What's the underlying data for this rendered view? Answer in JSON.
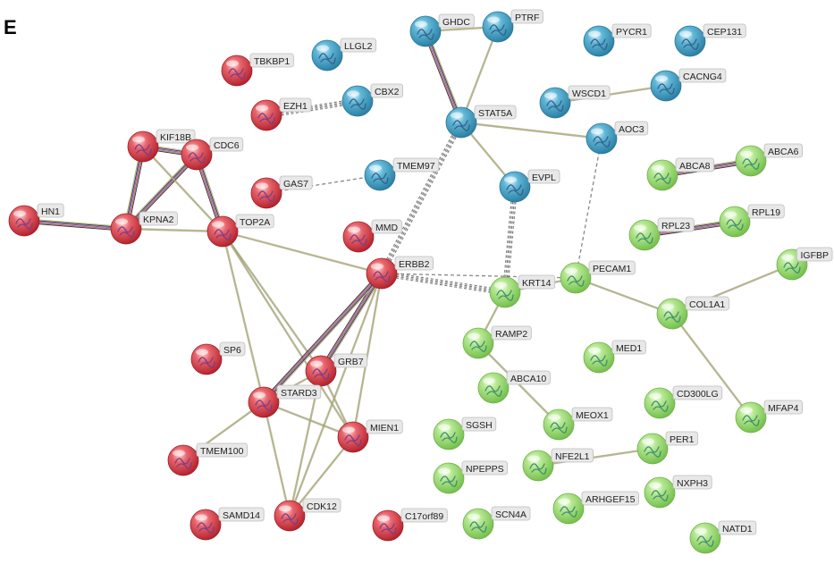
{
  "panel_label": "E",
  "colors": {
    "red": "#d6323d",
    "blue": "#3b9bc2",
    "green": "#8fd46a",
    "edge_default": "#b8b77d",
    "edge_dark": "#3a3a3a",
    "edge_dashed": "#888888"
  },
  "network": {
    "nodes": [
      {
        "id": "HN1",
        "cluster": "red"
      },
      {
        "id": "KPNA2",
        "cluster": "red"
      },
      {
        "id": "KIF18B",
        "cluster": "red"
      },
      {
        "id": "CDC6",
        "cluster": "red"
      },
      {
        "id": "TOP2A",
        "cluster": "red"
      },
      {
        "id": "TBKBP1",
        "cluster": "red"
      },
      {
        "id": "EZH1",
        "cluster": "red"
      },
      {
        "id": "GAS7",
        "cluster": "red"
      },
      {
        "id": "MMD",
        "cluster": "red"
      },
      {
        "id": "ERBB2",
        "cluster": "red"
      },
      {
        "id": "SP6",
        "cluster": "red"
      },
      {
        "id": "GRB7",
        "cluster": "red"
      },
      {
        "id": "STARD3",
        "cluster": "red"
      },
      {
        "id": "MIEN1",
        "cluster": "red"
      },
      {
        "id": "TMEM100",
        "cluster": "red"
      },
      {
        "id": "SAMD14",
        "cluster": "red"
      },
      {
        "id": "CDK12",
        "cluster": "red"
      },
      {
        "id": "C17orf89",
        "cluster": "red"
      },
      {
        "id": "LLGL2",
        "cluster": "blue"
      },
      {
        "id": "CBX2",
        "cluster": "blue"
      },
      {
        "id": "GHDC",
        "cluster": "blue"
      },
      {
        "id": "PTRF",
        "cluster": "blue"
      },
      {
        "id": "STAT5A",
        "cluster": "blue"
      },
      {
        "id": "TMEM97",
        "cluster": "blue"
      },
      {
        "id": "EVPL",
        "cluster": "blue"
      },
      {
        "id": "PYCR1",
        "cluster": "blue"
      },
      {
        "id": "CEP131",
        "cluster": "blue"
      },
      {
        "id": "CACNG4",
        "cluster": "blue"
      },
      {
        "id": "WSCD1",
        "cluster": "blue"
      },
      {
        "id": "AOC3",
        "cluster": "blue"
      },
      {
        "id": "ABCA8",
        "cluster": "green"
      },
      {
        "id": "ABCA6",
        "cluster": "green"
      },
      {
        "id": "RPL23",
        "cluster": "green"
      },
      {
        "id": "RPL19",
        "cluster": "green"
      },
      {
        "id": "IGFBP",
        "cluster": "green"
      },
      {
        "id": "KRT14",
        "cluster": "green"
      },
      {
        "id": "PECAM1",
        "cluster": "green"
      },
      {
        "id": "COL1A1",
        "cluster": "green"
      },
      {
        "id": "RAMP2",
        "cluster": "green"
      },
      {
        "id": "MED1",
        "cluster": "green"
      },
      {
        "id": "ABCA10",
        "cluster": "green"
      },
      {
        "id": "CD300LG",
        "cluster": "green"
      },
      {
        "id": "MFAP4",
        "cluster": "green"
      },
      {
        "id": "MEOX1",
        "cluster": "green"
      },
      {
        "id": "SGSH",
        "cluster": "green"
      },
      {
        "id": "PER1",
        "cluster": "green"
      },
      {
        "id": "NFE2L1",
        "cluster": "green"
      },
      {
        "id": "NPEPPS",
        "cluster": "green"
      },
      {
        "id": "NXPH3",
        "cluster": "green"
      },
      {
        "id": "ARHGEF15",
        "cluster": "green"
      },
      {
        "id": "SCN4A",
        "cluster": "green"
      },
      {
        "id": "NATD1",
        "cluster": "green"
      }
    ],
    "edges": [
      {
        "source": "HN1",
        "target": "KPNA2",
        "style": "multi"
      },
      {
        "source": "KPNA2",
        "target": "KIF18B",
        "style": "multi"
      },
      {
        "source": "KPNA2",
        "target": "CDC6",
        "style": "multi"
      },
      {
        "source": "KPNA2",
        "target": "TOP2A",
        "style": "solid"
      },
      {
        "source": "KIF18B",
        "target": "CDC6",
        "style": "multi"
      },
      {
        "source": "KIF18B",
        "target": "TOP2A",
        "style": "solid"
      },
      {
        "source": "CDC6",
        "target": "TOP2A",
        "style": "multi"
      },
      {
        "source": "TOP2A",
        "target": "ERBB2",
        "style": "solid"
      },
      {
        "source": "TOP2A",
        "target": "STARD3",
        "style": "solid"
      },
      {
        "source": "TOP2A",
        "target": "GRB7",
        "style": "solid"
      },
      {
        "source": "TOP2A",
        "target": "MIEN1",
        "style": "solid"
      },
      {
        "source": "EZH1",
        "target": "CBX2",
        "style": "dashed-heavy"
      },
      {
        "source": "GAS7",
        "target": "TMEM97",
        "style": "dashed"
      },
      {
        "source": "ERBB2",
        "target": "GRB7",
        "style": "multi"
      },
      {
        "source": "ERBB2",
        "target": "STARD3",
        "style": "multi"
      },
      {
        "source": "ERBB2",
        "target": "MIEN1",
        "style": "solid"
      },
      {
        "source": "ERBB2",
        "target": "CDK12",
        "style": "solid"
      },
      {
        "source": "ERBB2",
        "target": "STAT5A",
        "style": "dashed-heavy"
      },
      {
        "source": "ERBB2",
        "target": "KRT14",
        "style": "dashed-heavy"
      },
      {
        "source": "ERBB2",
        "target": "PECAM1",
        "style": "dashed"
      },
      {
        "source": "GRB7",
        "target": "STARD3",
        "style": "solid"
      },
      {
        "source": "GRB7",
        "target": "MIEN1",
        "style": "solid"
      },
      {
        "source": "GRB7",
        "target": "CDK12",
        "style": "solid"
      },
      {
        "source": "STARD3",
        "target": "MIEN1",
        "style": "solid"
      },
      {
        "source": "STARD3",
        "target": "CDK12",
        "style": "solid"
      },
      {
        "source": "STARD3",
        "target": "TMEM100",
        "style": "solid"
      },
      {
        "source": "MIEN1",
        "target": "CDK12",
        "style": "solid"
      },
      {
        "source": "GHDC",
        "target": "PTRF",
        "style": "solid"
      },
      {
        "source": "GHDC",
        "target": "STAT5A",
        "style": "multi"
      },
      {
        "source": "PTRF",
        "target": "STAT5A",
        "style": "solid"
      },
      {
        "source": "STAT5A",
        "target": "AOC3",
        "style": "solid"
      },
      {
        "source": "STAT5A",
        "target": "EVPL",
        "style": "solid"
      },
      {
        "source": "WSCD1",
        "target": "CACNG4",
        "style": "solid"
      },
      {
        "source": "EVPL",
        "target": "KRT14",
        "style": "dashed-heavy"
      },
      {
        "source": "AOC3",
        "target": "PECAM1",
        "style": "dashed"
      },
      {
        "source": "ABCA8",
        "target": "ABCA6",
        "style": "multi"
      },
      {
        "source": "RPL23",
        "target": "RPL19",
        "style": "multi"
      },
      {
        "source": "KRT14",
        "target": "PECAM1",
        "style": "solid"
      },
      {
        "source": "KRT14",
        "target": "RAMP2",
        "style": "solid"
      },
      {
        "source": "PECAM1",
        "target": "COL1A1",
        "style": "solid"
      },
      {
        "source": "COL1A1",
        "target": "IGFBP",
        "style": "solid"
      },
      {
        "source": "COL1A1",
        "target": "MFAP4",
        "style": "solid"
      },
      {
        "source": "RAMP2",
        "target": "MEOX1",
        "style": "solid"
      },
      {
        "source": "NFE2L1",
        "target": "PER1",
        "style": "solid"
      }
    ]
  }
}
